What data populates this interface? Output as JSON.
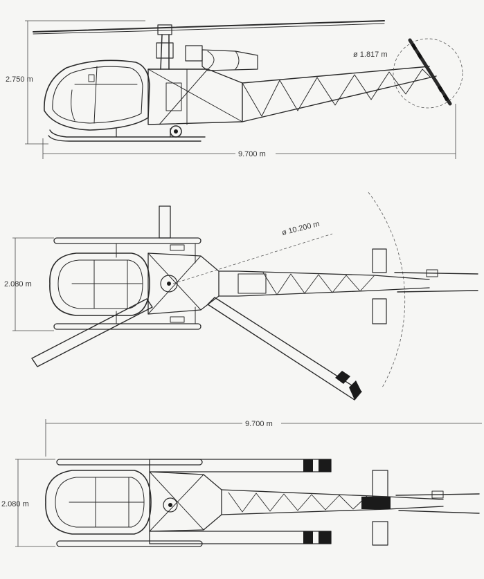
{
  "side_view": {
    "height_label": "2.750 m",
    "length_label": "9.700 m",
    "tail_rotor_label": "ø 1.817 m"
  },
  "top_view": {
    "width_label": "2.080 m",
    "rotor_label": "ø 10.200 m"
  },
  "bottom_view": {
    "length_label": "9.700 m",
    "width_label": "2.080 m"
  }
}
